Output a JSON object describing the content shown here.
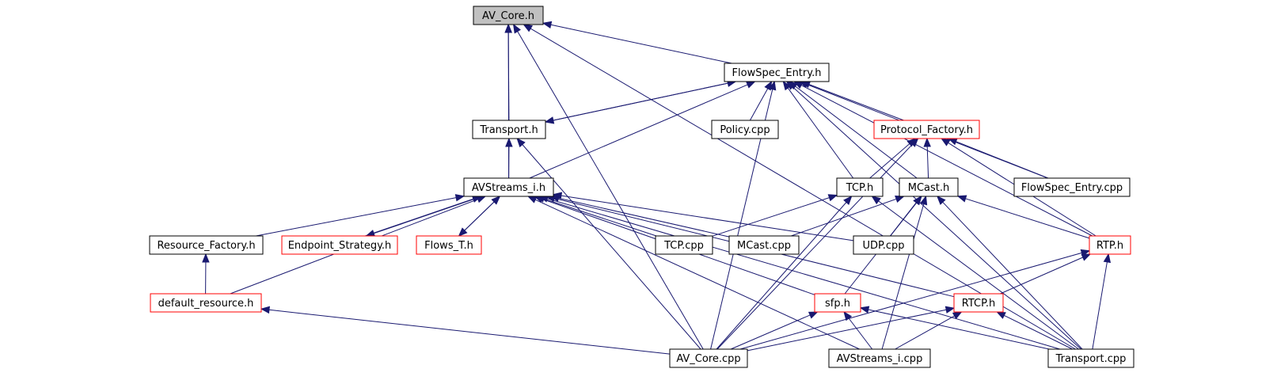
{
  "graph": {
    "edge_color": "#191970",
    "broken_node_color": "#ff0000",
    "root_fill": "#c0c0c0",
    "nodes": [
      {
        "id": "av_core_h",
        "label": "AV_Core.h",
        "style": "root"
      },
      {
        "id": "flowspec_entry_h",
        "label": "FlowSpec_Entry.h",
        "style": "normal"
      },
      {
        "id": "transport_h",
        "label": "Transport.h",
        "style": "normal"
      },
      {
        "id": "policy_cpp",
        "label": "Policy.cpp",
        "style": "normal"
      },
      {
        "id": "protocol_factory_h",
        "label": "Protocol_Factory.h",
        "style": "red"
      },
      {
        "id": "avstreams_i_h",
        "label": "AVStreams_i.h",
        "style": "normal"
      },
      {
        "id": "tcp_h",
        "label": "TCP.h",
        "style": "normal"
      },
      {
        "id": "mcast_h",
        "label": "MCast.h",
        "style": "normal"
      },
      {
        "id": "flowspec_entry_cpp",
        "label": "FlowSpec_Entry.cpp",
        "style": "normal"
      },
      {
        "id": "resource_factory_h",
        "label": "Resource_Factory.h",
        "style": "normal"
      },
      {
        "id": "endpoint_strategy_h",
        "label": "Endpoint_Strategy.h",
        "style": "red"
      },
      {
        "id": "flows_t_h",
        "label": "Flows_T.h",
        "style": "red"
      },
      {
        "id": "tcp_cpp",
        "label": "TCP.cpp",
        "style": "normal"
      },
      {
        "id": "mcast_cpp",
        "label": "MCast.cpp",
        "style": "normal"
      },
      {
        "id": "udp_cpp",
        "label": "UDP.cpp",
        "style": "normal"
      },
      {
        "id": "rtp_h",
        "label": "RTP.h",
        "style": "red"
      },
      {
        "id": "default_resource_h",
        "label": "default_resource.h",
        "style": "red"
      },
      {
        "id": "sfp_h",
        "label": "sfp.h",
        "style": "red"
      },
      {
        "id": "rtcp_h",
        "label": "RTCP.h",
        "style": "red"
      },
      {
        "id": "av_core_cpp",
        "label": "AV_Core.cpp",
        "style": "normal"
      },
      {
        "id": "avstreams_i_cpp",
        "label": "AVStreams_i.cpp",
        "style": "normal"
      },
      {
        "id": "transport_cpp",
        "label": "Transport.cpp",
        "style": "normal"
      }
    ],
    "edges": [
      [
        "flowspec_entry_h",
        "av_core_h"
      ],
      [
        "transport_h",
        "av_core_h"
      ],
      [
        "avstreams_i_h",
        "av_core_h"
      ],
      [
        "av_core_cpp",
        "av_core_h"
      ],
      [
        "transport_cpp",
        "av_core_h"
      ],
      [
        "transport_h",
        "flowspec_entry_h"
      ],
      [
        "flowspec_entry_h",
        "transport_h"
      ],
      [
        "policy_cpp",
        "flowspec_entry_h"
      ],
      [
        "protocol_factory_h",
        "flowspec_entry_h"
      ],
      [
        "avstreams_i_h",
        "flowspec_entry_h"
      ],
      [
        "tcp_h",
        "flowspec_entry_h"
      ],
      [
        "mcast_h",
        "flowspec_entry_h"
      ],
      [
        "flowspec_entry_cpp",
        "flowspec_entry_h"
      ],
      [
        "rtp_h",
        "flowspec_entry_h"
      ],
      [
        "transport_cpp",
        "flowspec_entry_h"
      ],
      [
        "av_core_cpp",
        "flowspec_entry_h"
      ],
      [
        "avstreams_i_h",
        "transport_h"
      ],
      [
        "av_core_cpp",
        "transport_h"
      ],
      [
        "tcp_h",
        "protocol_factory_h"
      ],
      [
        "mcast_h",
        "protocol_factory_h"
      ],
      [
        "rtp_h",
        "protocol_factory_h"
      ],
      [
        "flowspec_entry_cpp",
        "protocol_factory_h"
      ],
      [
        "av_core_cpp",
        "protocol_factory_h"
      ],
      [
        "resource_factory_h",
        "avstreams_i_h"
      ],
      [
        "endpoint_strategy_h",
        "avstreams_i_h"
      ],
      [
        "avstreams_i_h",
        "endpoint_strategy_h"
      ],
      [
        "flows_t_h",
        "avstreams_i_h"
      ],
      [
        "avstreams_i_h",
        "flows_t_h"
      ],
      [
        "tcp_cpp",
        "avstreams_i_h"
      ],
      [
        "mcast_cpp",
        "avstreams_i_h"
      ],
      [
        "udp_cpp",
        "avstreams_i_h"
      ],
      [
        "sfp_h",
        "avstreams_i_h"
      ],
      [
        "rtcp_h",
        "avstreams_i_h"
      ],
      [
        "avstreams_i_cpp",
        "avstreams_i_h"
      ],
      [
        "transport_cpp",
        "avstreams_i_h"
      ],
      [
        "default_resource_h",
        "avstreams_i_h"
      ],
      [
        "default_resource_h",
        "resource_factory_h"
      ],
      [
        "av_core_cpp",
        "default_resource_h"
      ],
      [
        "tcp_cpp",
        "tcp_h"
      ],
      [
        "av_core_cpp",
        "tcp_h"
      ],
      [
        "transport_cpp",
        "tcp_h"
      ],
      [
        "mcast_cpp",
        "mcast_h"
      ],
      [
        "udp_cpp",
        "mcast_h"
      ],
      [
        "sfp_h",
        "mcast_h"
      ],
      [
        "rtp_h",
        "mcast_h"
      ],
      [
        "avstreams_i_cpp",
        "mcast_h"
      ],
      [
        "transport_cpp",
        "mcast_h"
      ],
      [
        "rtcp_h",
        "rtp_h"
      ],
      [
        "av_core_cpp",
        "rtp_h"
      ],
      [
        "transport_cpp",
        "rtp_h"
      ],
      [
        "av_core_cpp",
        "sfp_h"
      ],
      [
        "avstreams_i_cpp",
        "sfp_h"
      ],
      [
        "transport_cpp",
        "sfp_h"
      ],
      [
        "av_core_cpp",
        "rtcp_h"
      ],
      [
        "avstreams_i_cpp",
        "rtcp_h"
      ],
      [
        "transport_cpp",
        "rtcp_h"
      ]
    ]
  }
}
